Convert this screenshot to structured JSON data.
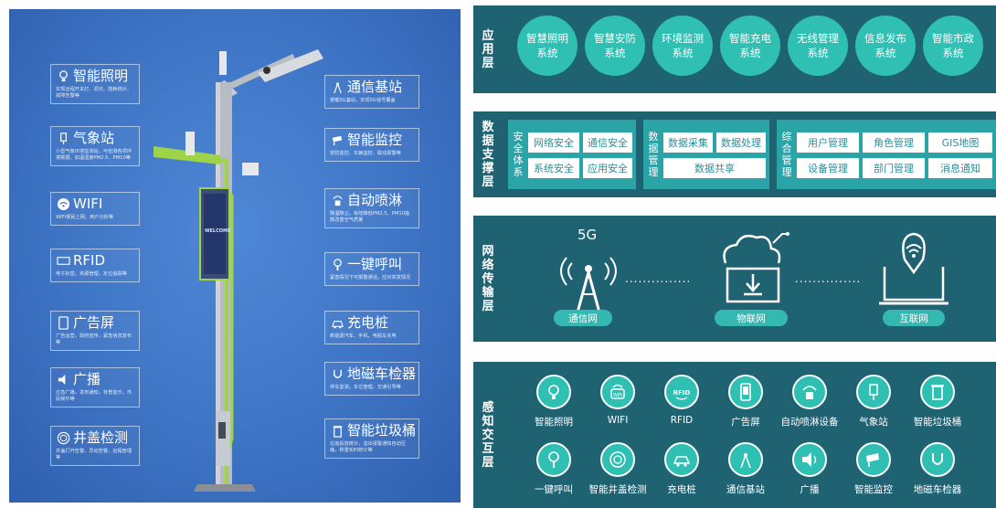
{
  "features_left": [
    {
      "title": "智能照明",
      "desc": "实现远程开关灯、调光、能耗统计、故障告警等",
      "icon": "bulb-icon"
    },
    {
      "title": "气象站",
      "desc": "小型气象环境监测站，可检测各项环境数据，如温湿度PM2.5、PM10等",
      "icon": "weather-station-icon"
    },
    {
      "title": "WIFI",
      "desc": "WIFI便民上网，用户分析等",
      "icon": "wifi-icon"
    },
    {
      "title": "RFID",
      "desc": "电子标签，资源管理，定位追踪等",
      "icon": "rfid-icon"
    },
    {
      "title": "广告屏",
      "desc": "广告运营，政府宣传，紧急信息发布等",
      "icon": "ad-screen-icon"
    },
    {
      "title": "广播",
      "desc": "应急广播，发布通知，背景音乐，市民娱乐等",
      "icon": "speaker-icon"
    },
    {
      "title": "井盖检测",
      "desc": "井盖打开告警，异动告警，远程管理等",
      "icon": "manhole-icon"
    }
  ],
  "features_right": [
    {
      "title": "通信基站",
      "desc": "搭载5G基站，实现5G信号覆盖",
      "icon": "antenna-icon"
    },
    {
      "title": "智能监控",
      "desc": "安防监控，车辆监控，联动报警等",
      "icon": "camera-icon"
    },
    {
      "title": "自动喷淋",
      "desc": "降温降尘，有效降低PM2.5、PM10指数改善空气质量",
      "icon": "sprinkler-icon"
    },
    {
      "title": "一键呼叫",
      "desc": "紧急情况下可报警通话，应对突发情况",
      "icon": "call-button-icon"
    },
    {
      "title": "充电桩",
      "desc": "新能源汽车、手机、电瓶车充电",
      "icon": "charger-icon"
    },
    {
      "title": "地磁车检器",
      "desc": "停车监测，车位管理，交通引导等",
      "icon": "magnet-car-icon"
    },
    {
      "title": "智能垃圾桶",
      "desc": "垃圾投放统计，溢出报警通知自动压缩，称重实时统计等",
      "icon": "trash-icon"
    }
  ],
  "pole_screen": {
    "text": "WELCOME"
  },
  "layers": {
    "app": {
      "name": "应用层",
      "items": [
        "智慧照明系统",
        "智慧安防系统",
        "环境监测系统",
        "智能充电系统",
        "无线管理系统",
        "信息发布系统",
        "智能市政系统"
      ]
    },
    "data": {
      "name": "数据支撑层",
      "groups": [
        {
          "label": "安全体系",
          "boxes": [
            "网络安全",
            "通信安全",
            "系统安全",
            "应用安全"
          ]
        },
        {
          "label": "数据管理",
          "boxes": [
            "数据采集",
            "数据处理",
            "数据共享"
          ]
        },
        {
          "label": "综合管理",
          "boxes": [
            "用户管理",
            "角色管理",
            "GIS地图",
            "设备管理",
            "部门管理",
            "消息通知"
          ]
        }
      ]
    },
    "network": {
      "name": "网络传输层",
      "nodes": [
        {
          "label": "通信网",
          "badge": "5G",
          "icon": "cell-tower-icon"
        },
        {
          "label": "物联网",
          "icon": "cloud-download-icon"
        },
        {
          "label": "互联网",
          "icon": "laptop-wifi-icon"
        }
      ],
      "connector": "..............."
    },
    "perception": {
      "name": "感知交互层",
      "row1": [
        "智能照明",
        "WIFI",
        "RFID",
        "广告屏",
        "自动喷淋设备",
        "气象站",
        "智能垃圾桶"
      ],
      "row2": [
        "一键呼叫",
        "智能井盖检测",
        "充电桩",
        "通信基站",
        "广播",
        "智能监控",
        "地磁车检器"
      ],
      "badges": {
        "wifi": "WiFi",
        "rfid": "RFID"
      }
    }
  },
  "colors": {
    "left_bg": "#3e74c4",
    "layer_bg": "#1f6272",
    "accent": "#2fbfb3",
    "data_group": "#2ba4a8",
    "pole_green": "#9ed34a"
  }
}
